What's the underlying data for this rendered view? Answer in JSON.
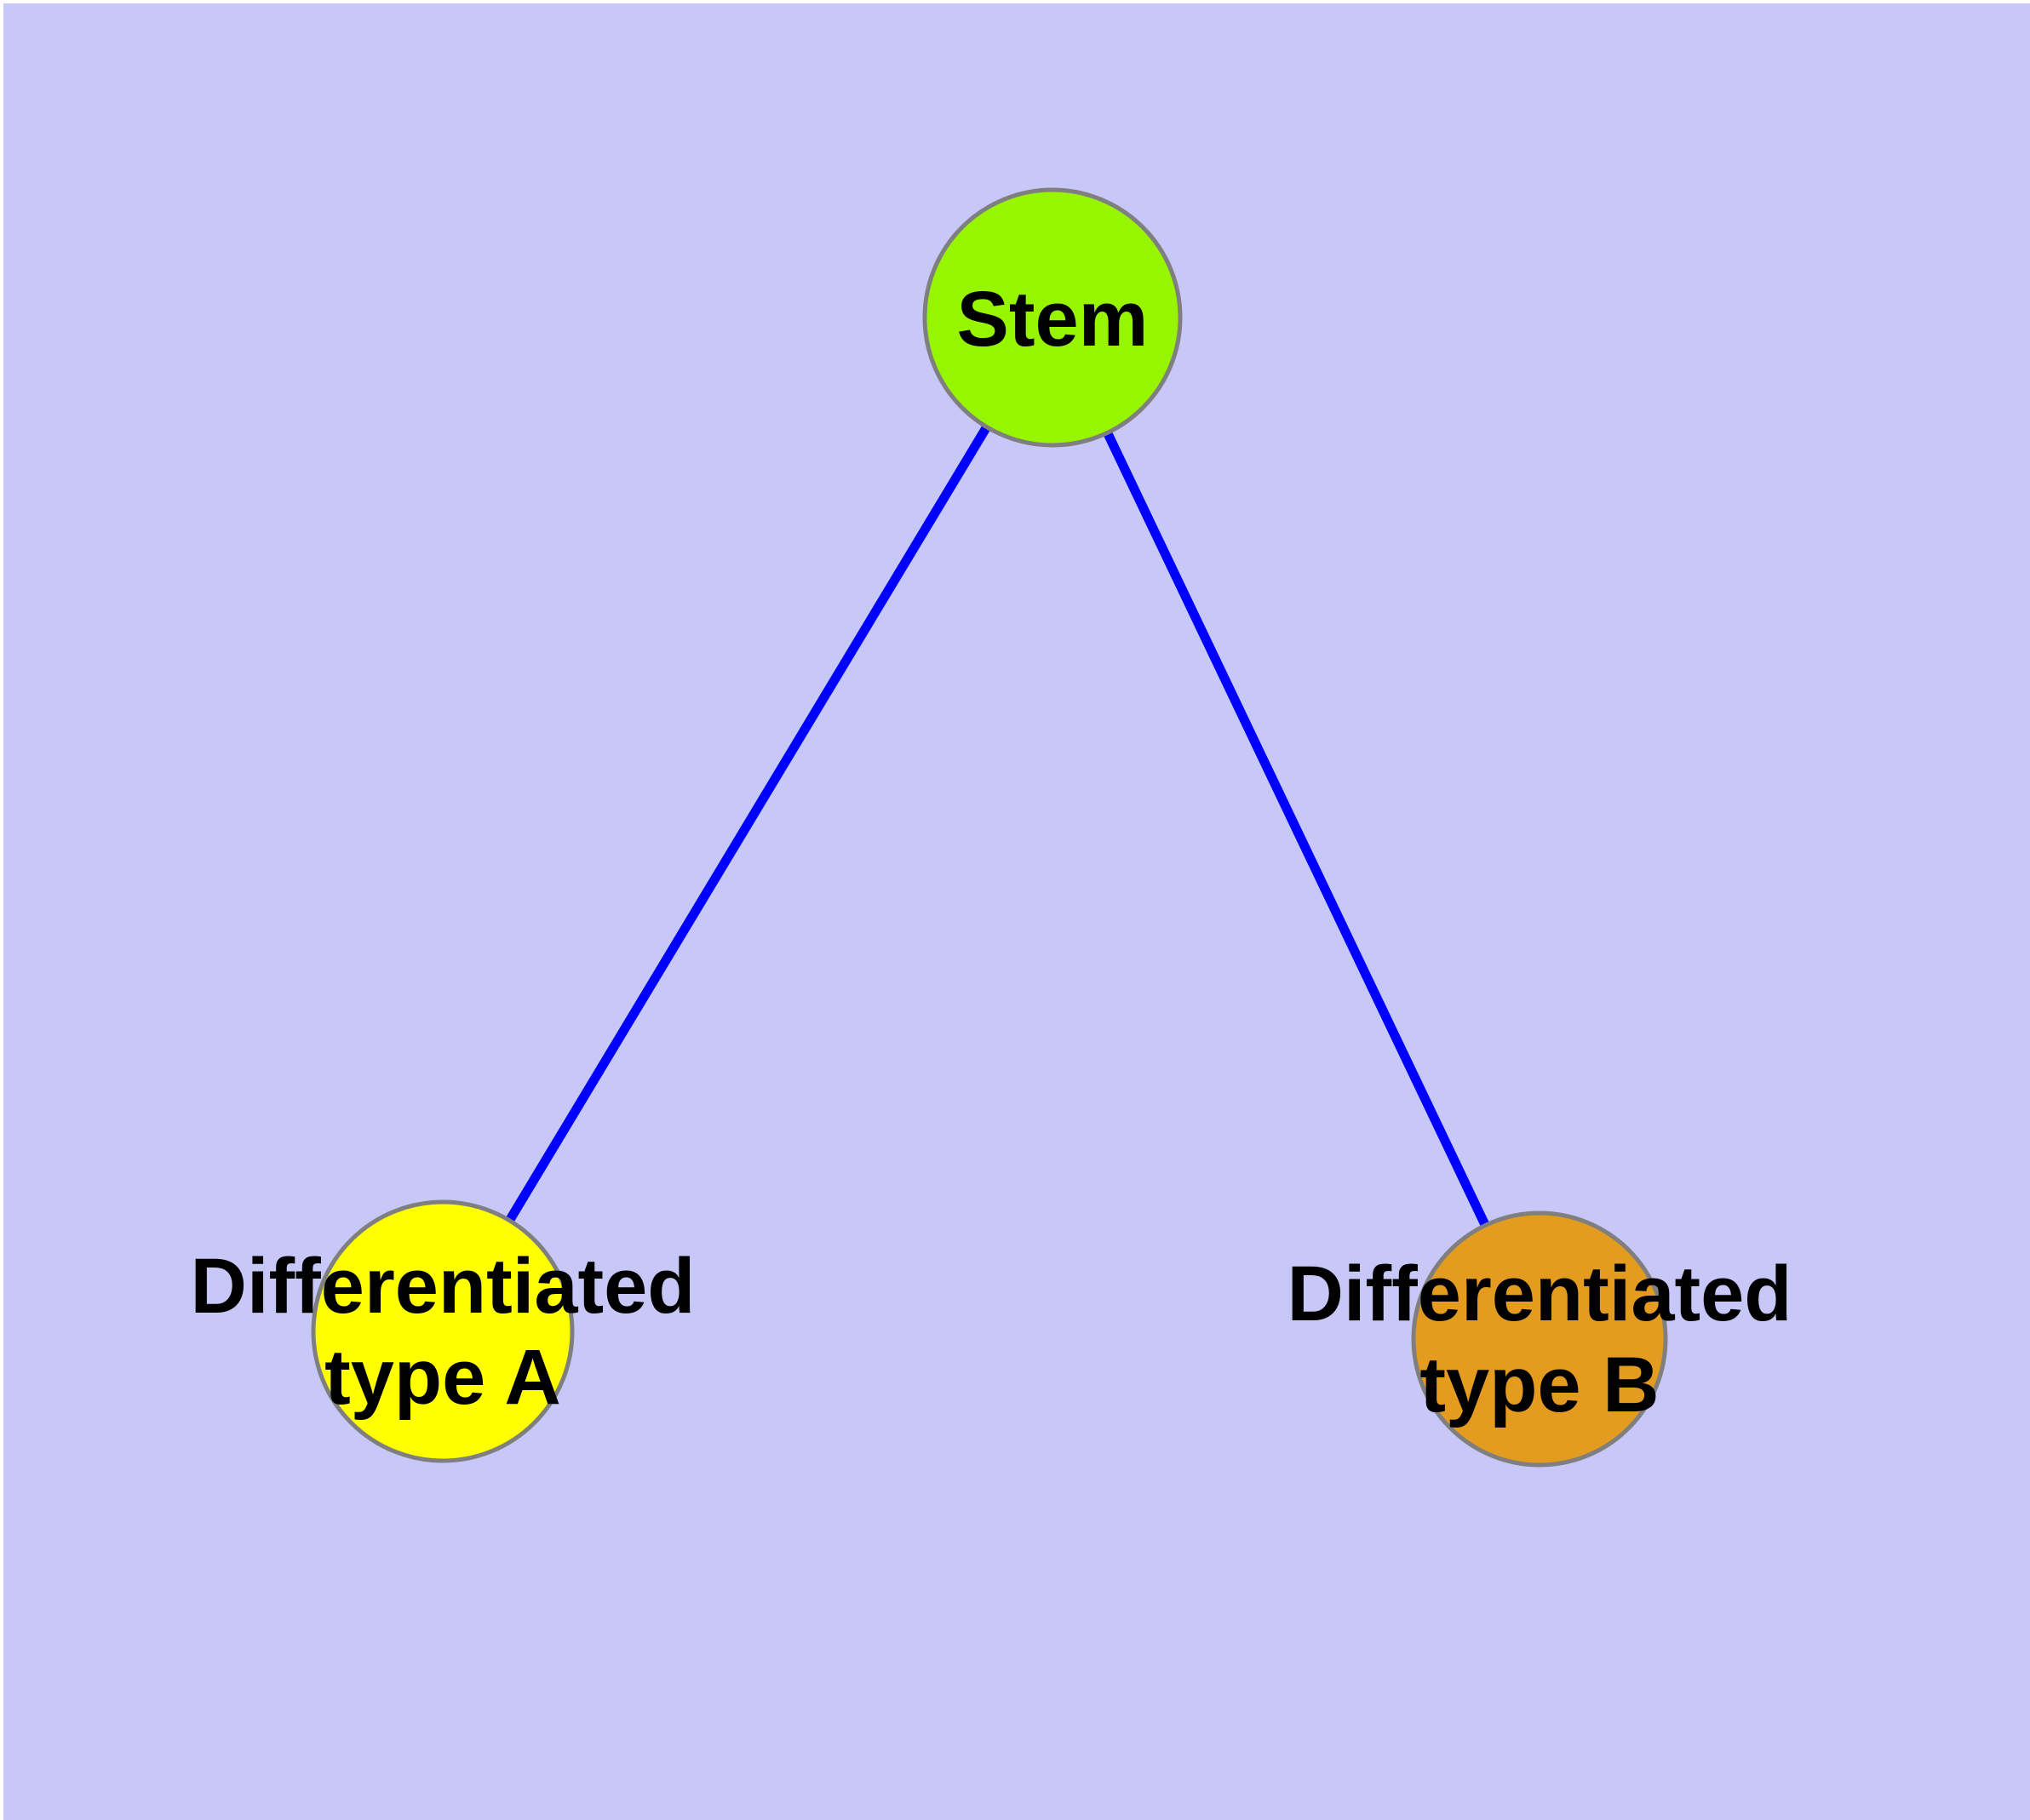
{
  "diagram": {
    "type": "node-link-graph",
    "description": "Stem cell differentiation tree: one stem node branching to two differentiated cell types",
    "colors": {
      "page_background": "#FFFFFF",
      "canvas_background": "#C8C8F8",
      "edge": "#0000FF",
      "node_border": "#7F7F7F",
      "label_text": "#000000"
    },
    "nodes": [
      {
        "id": "stem",
        "label": "Stem",
        "line1": "Stem",
        "fill": "#97F500"
      },
      {
        "id": "differentiated-type-a",
        "label": "Differentiated type A",
        "line1": "Differentiated",
        "line2": "type A",
        "fill": "#FFFF00"
      },
      {
        "id": "differentiated-type-b",
        "label": "Differentiated type B",
        "line1": "Differentiated",
        "line2": "type B",
        "fill": "#E39B20"
      }
    ],
    "edges": [
      {
        "from": "Stem",
        "to": "Differentiated type A"
      },
      {
        "from": "Stem",
        "to": "Differentiated type B"
      }
    ]
  }
}
